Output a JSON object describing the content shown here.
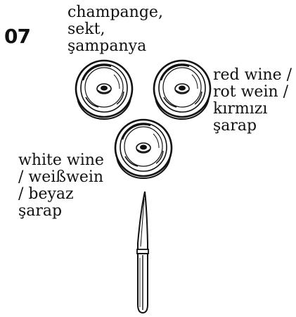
{
  "step_number": "07",
  "labels": {
    "champagne": [
      "champange,",
      "sekt,",
      "şampanya"
    ],
    "red_wine": [
      "red wine /",
      "rot wein /",
      "kırmızı",
      "şarap"
    ],
    "white_wine": [
      "white wine",
      "/ weißwein",
      "/ beyaz",
      "şarap"
    ]
  },
  "items": [
    "champagne-glass",
    "red-wine-glass",
    "white-wine-glass",
    "knife"
  ]
}
